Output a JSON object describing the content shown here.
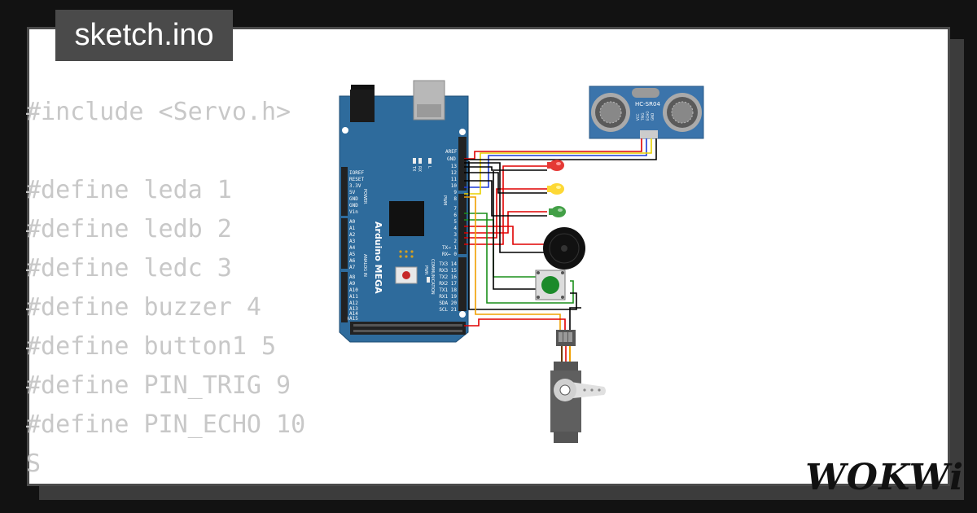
{
  "file_tab": {
    "label": "sketch.ino"
  },
  "code_lines": [
    "#include <Servo.h>",
    "",
    "#define leda 1",
    "#define ledb 2",
    "#define ledc 3",
    "#define buzzer 4",
    "#define button1 5",
    "#define PIN_TRIG 9",
    "#define PIN_ECHO 10",
    "S"
  ],
  "board": {
    "name": "Arduino MEGA",
    "aref": "AREF",
    "gnd": "GND",
    "digital_pins": [
      "13",
      "12",
      "11",
      "10",
      "9",
      "8",
      "7",
      "6",
      "5",
      "4",
      "3",
      "2"
    ],
    "tx_rx": [
      "TX→ 1",
      "RX← 0"
    ],
    "comm_pins": [
      "TX3 14",
      "RX3 15",
      "TX2 16",
      "RX2 17",
      "TX1 18",
      "RX1 19",
      "SDA 20",
      "SCL 21"
    ],
    "power_pins": [
      "IOREF",
      "RESET",
      "3.3V",
      "5V",
      "GND",
      "GND",
      "Vin"
    ],
    "analog_pins": [
      "A0",
      "A1",
      "A2",
      "A3",
      "A4",
      "A5",
      "A6",
      "A7",
      "A8",
      "A9",
      "A10",
      "A11",
      "A12",
      "A13",
      "A14",
      "A15"
    ],
    "label_power": "POWER",
    "label_analog": "ANALOG IN",
    "label_pwm": "PWM",
    "label_comm": "COMMUNICATION",
    "led_labels": [
      "TX",
      "RX",
      "L"
    ],
    "pwr_label": "PWR"
  },
  "sensor": {
    "name": "HC-SR04",
    "pins": [
      "VCC",
      "TRIG",
      "ECHO",
      "GND"
    ]
  },
  "colors": {
    "board": "#2e6b9c",
    "sensor": "#3b74ab",
    "led_red": "#e53935",
    "led_yellow": "#fdd835",
    "led_green": "#43a047",
    "wire_red": "#e00000",
    "wire_black": "#000000",
    "wire_blue": "#1e3cd6",
    "wire_yellow": "#e8d000",
    "wire_green": "#1a8f1a",
    "wire_orange": "#f0a000"
  },
  "logo": {
    "text": "WOKWi"
  }
}
